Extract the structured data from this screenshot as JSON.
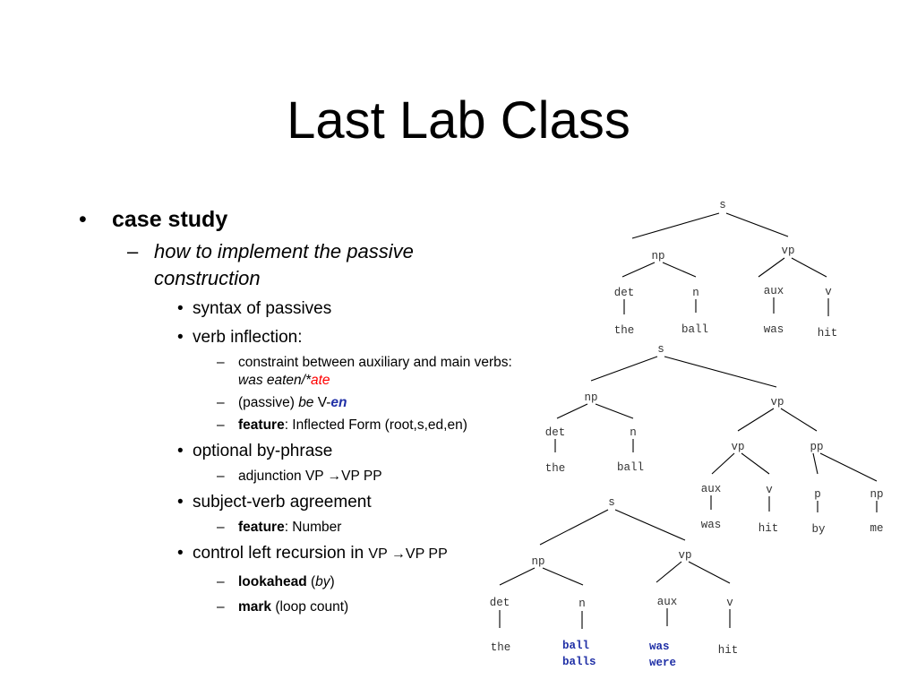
{
  "slide": {
    "title": "Last Lab Class"
  },
  "bullets": {
    "case_study": "case study",
    "how_to": "how to implement the passive construction",
    "syntax": "syntax of passives",
    "verb_inflection": "verb inflection:",
    "constraint_text": "constraint between auxiliary and main verbs: ",
    "constraint_example": "was eaten/*",
    "constraint_bad": "ate",
    "passive_prefix": "(passive) ",
    "passive_be": "be",
    "passive_v": " V-",
    "passive_en": "en",
    "feature_label": "feature",
    "feature_text": ": Inflected Form (root,s,ed,en)",
    "optional": "optional by-phrase",
    "adjunction": "adjunction VP →VP PP",
    "agreement": "subject-verb agreement",
    "feature2_label": "feature",
    "feature2_text": ": Number",
    "control_text": "control left recursion in ",
    "control_rule": "VP →VP PP",
    "lookahead_label": "lookahead",
    "lookahead_open": " (",
    "lookahead_by": "by",
    "lookahead_close": ")",
    "mark_label": "mark",
    "mark_text": " (loop count)"
  },
  "trees": [
    {
      "nodes": {
        "s": "s",
        "np": "np",
        "vp": "vp",
        "det": "det",
        "n": "n",
        "aux": "aux",
        "v": "v",
        "the": "the",
        "ball": "ball",
        "was": "was",
        "hit": "hit"
      }
    },
    {
      "nodes": {
        "s": "s",
        "np": "np",
        "vp": "vp",
        "det": "det",
        "n": "n",
        "vp2": "vp",
        "pp": "pp",
        "the": "the",
        "ball": "ball",
        "aux": "aux",
        "v": "v",
        "p": "p",
        "np2": "np",
        "was": "was",
        "hit": "hit",
        "by": "by",
        "me": "me"
      }
    },
    {
      "nodes": {
        "s": "s",
        "np": "np",
        "vp": "vp",
        "det": "det",
        "n": "n",
        "aux": "aux",
        "v": "v",
        "the": "the",
        "ball": "ball",
        "balls": "balls",
        "was": "was",
        "were": "were",
        "hit": "hit"
      }
    }
  ]
}
